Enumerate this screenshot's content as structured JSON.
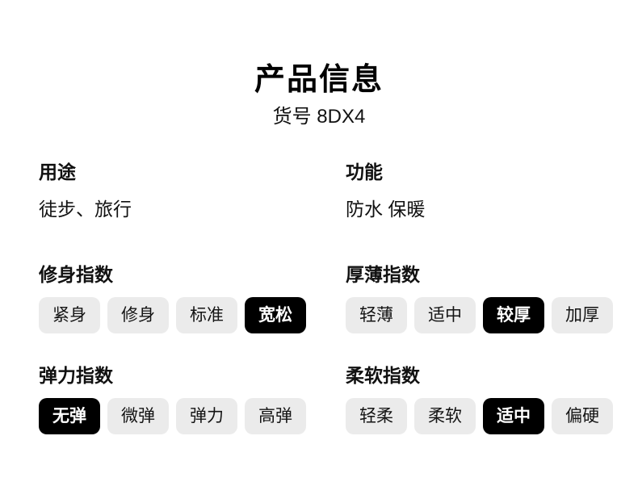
{
  "header": {
    "title": "产品信息",
    "item_number": "货号 8DX4"
  },
  "info": {
    "usage": {
      "heading": "用途",
      "value": "徒步、旅行"
    },
    "function": {
      "heading": "功能",
      "value": "防水 保暖"
    }
  },
  "indexes": {
    "fit": {
      "heading": "修身指数",
      "options": [
        {
          "label": "紧身",
          "selected": false
        },
        {
          "label": "修身",
          "selected": false
        },
        {
          "label": "标准",
          "selected": false
        },
        {
          "label": "宽松",
          "selected": true
        }
      ]
    },
    "thickness": {
      "heading": "厚薄指数",
      "options": [
        {
          "label": "轻薄",
          "selected": false
        },
        {
          "label": "适中",
          "selected": false
        },
        {
          "label": "较厚",
          "selected": true
        },
        {
          "label": "加厚",
          "selected": false
        }
      ]
    },
    "elasticity": {
      "heading": "弹力指数",
      "options": [
        {
          "label": "无弹",
          "selected": true
        },
        {
          "label": "微弹",
          "selected": false
        },
        {
          "label": "弹力",
          "selected": false
        },
        {
          "label": "高弹",
          "selected": false
        }
      ]
    },
    "softness": {
      "heading": "柔软指数",
      "options": [
        {
          "label": "轻柔",
          "selected": false
        },
        {
          "label": "柔软",
          "selected": false
        },
        {
          "label": "适中",
          "selected": true
        },
        {
          "label": "偏硬",
          "selected": false
        }
      ]
    }
  },
  "colors": {
    "page_bg": "#ffffff",
    "text": "#111111",
    "title_text": "#000000",
    "pill_bg": "#ebebeb",
    "pill_text": "#141414",
    "pill_selected_bg": "#000000",
    "pill_selected_text": "#ffffff"
  }
}
